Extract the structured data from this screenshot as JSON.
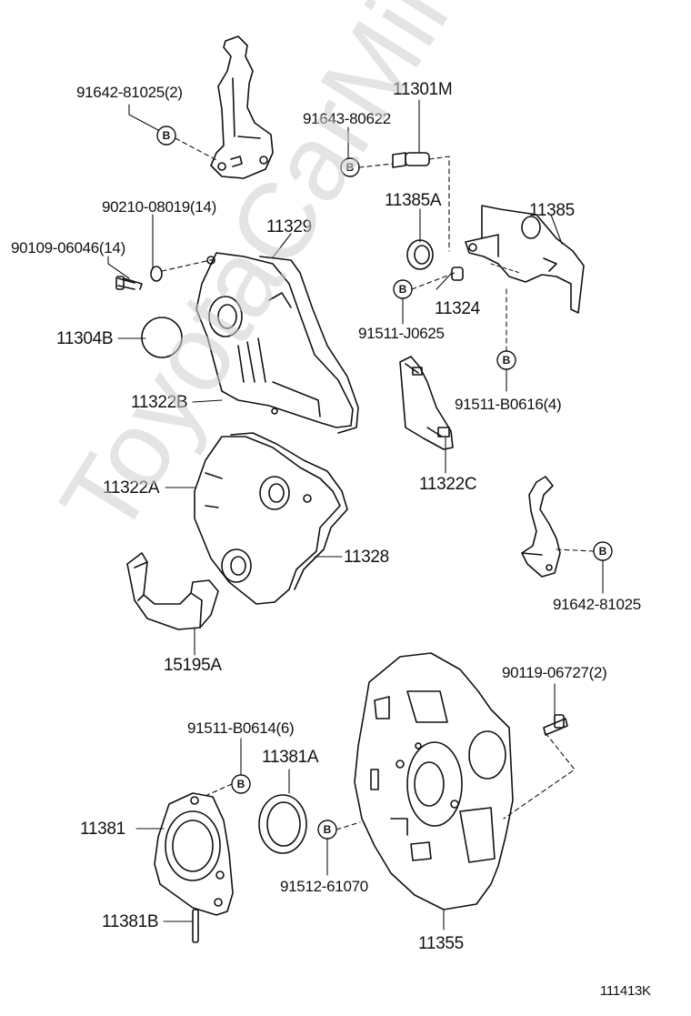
{
  "watermark": "ToyotaCarMine.ru",
  "figure_code": "111413K",
  "bolt_symbol": "B",
  "labels": {
    "p91642_81025_2": "91642-81025(2)",
    "p11301M": "11301M",
    "p91643_80622": "91643-80622",
    "p90210_08019_14": "90210-08019(14)",
    "p11329": "11329",
    "p11385A": "11385A",
    "p11385": "11385",
    "p90109_06046_14": "90109-06046(14)",
    "p11324": "11324",
    "p11304B": "11304B",
    "p91511_J0625": "91511-J0625",
    "p91511_B0616_4": "91511-B0616(4)",
    "p11322B": "11322B",
    "p11322C": "11322C",
    "p11322A": "11322A",
    "p11328": "11328",
    "p91642_81025": "91642-81025",
    "p15195A": "15195A",
    "p90119_06727_2": "90119-06727(2)",
    "p91511_B0614_6": "91511-B0614(6)",
    "p11381A": "11381A",
    "p11381": "11381",
    "p91512_61070": "91512-61070",
    "p11381B": "11381B",
    "p11355": "11355"
  }
}
